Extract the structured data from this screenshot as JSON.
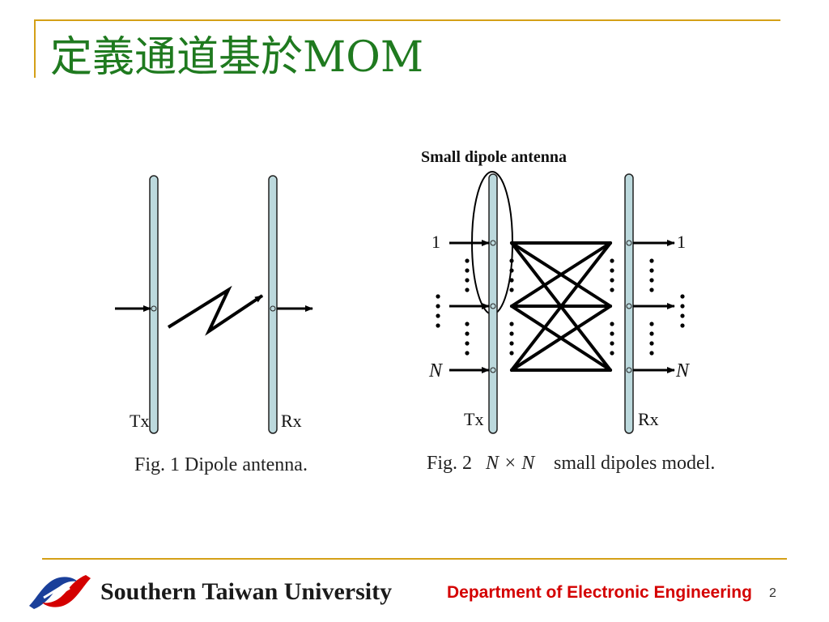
{
  "slide": {
    "title": "定義通道基於MOM",
    "number": "2"
  },
  "figure1": {
    "tx_label": "Tx",
    "rx_label": "Rx",
    "caption": "Fig. 1 Dipole antenna."
  },
  "figure2": {
    "annotation": "Small dipole antenna",
    "left_top_label": "1",
    "left_bottom_label": "N",
    "right_top_label": "1",
    "right_bottom_label": "N",
    "tx_label": "Tx",
    "rx_label": "Rx",
    "caption_prefix": "Fig. 2",
    "caption_math": "N × N",
    "caption_suffix": "small dipoles model."
  },
  "footer": {
    "university": "Southern Taiwan University",
    "department": "Department of Electronic Engineering"
  },
  "colors": {
    "frame": "#d4a017",
    "title": "#1f7a1f",
    "department": "#d40000",
    "antenna_fill": "#bcd9dd"
  }
}
